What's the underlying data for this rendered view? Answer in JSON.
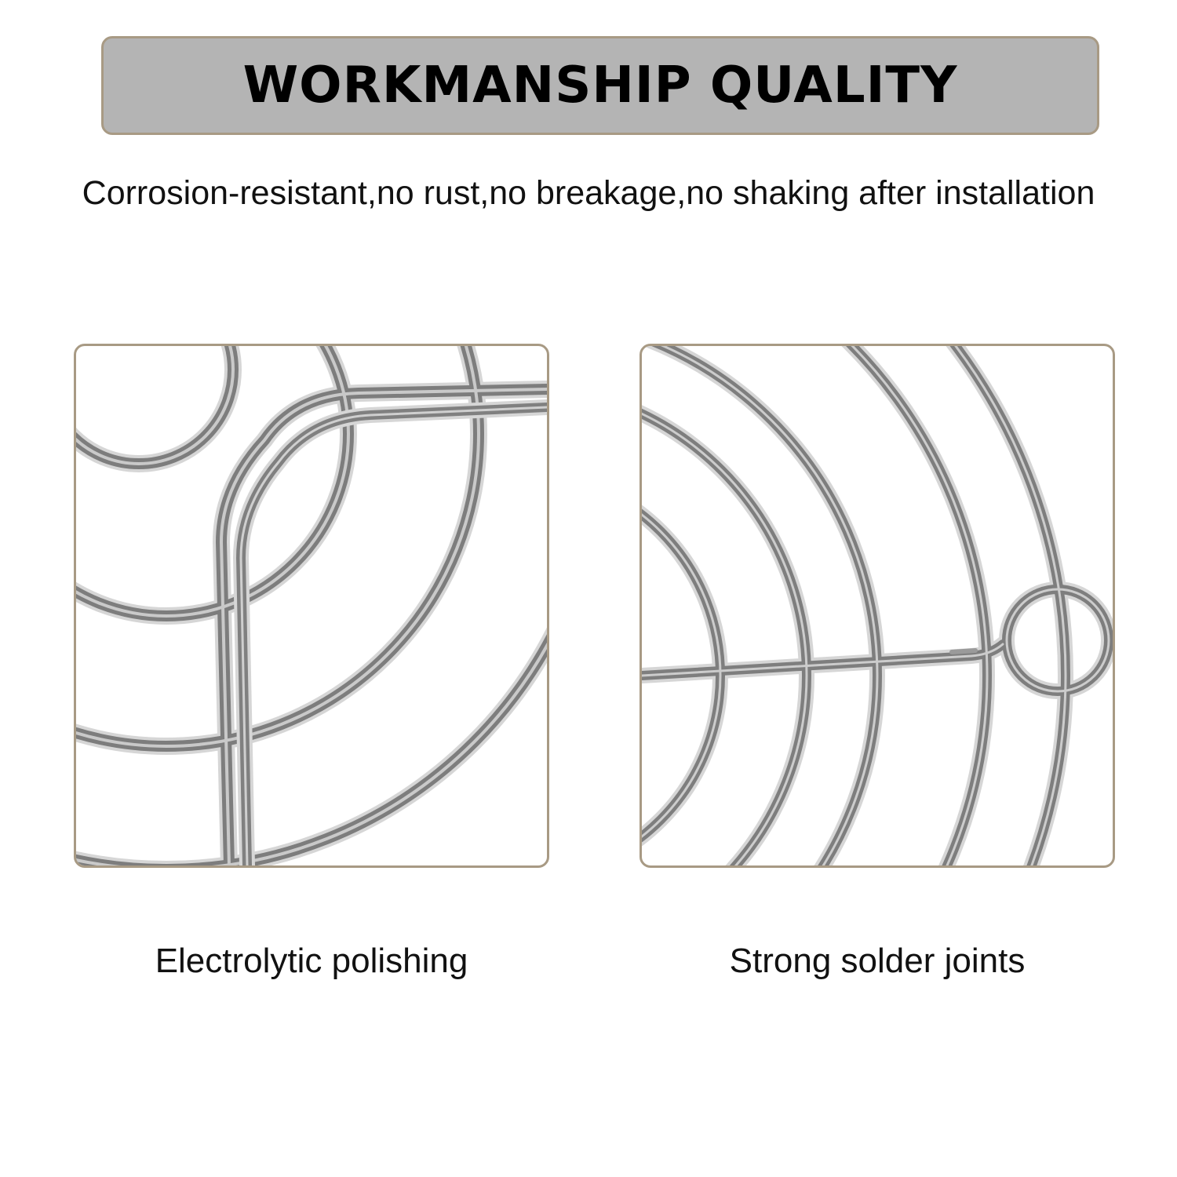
{
  "header": {
    "title": "WORKMANSHIP QUALITY",
    "subtitle": "Corrosion-resistant,no rust,no breakage,no shaking after installation"
  },
  "panels": [
    {
      "caption": "Electrolytic polishing"
    },
    {
      "caption": "Strong solder joints"
    }
  ],
  "colors": {
    "banner_background": "#b4b4b4",
    "frame_border": "#a89a84",
    "wire": "#8a8a8a"
  }
}
